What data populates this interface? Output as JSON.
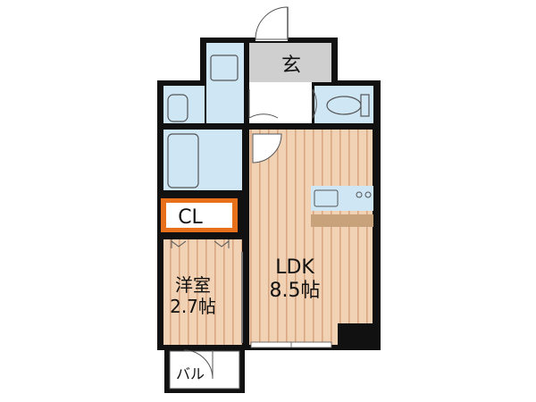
{
  "rooms": {
    "genkan": "玄",
    "closet": "CL",
    "bedroom_name": "洋室",
    "bedroom_size": "2.7帖",
    "ldk_name": "LDK",
    "ldk_size": "8.5帖",
    "balcony": "バル"
  },
  "colors": {
    "wall": "#111111",
    "wet_area": "#cfe6f5",
    "floor_wood": "#f2d2b4",
    "floor_stripe": "#d9a882",
    "entrance": "#cfcfcf",
    "closet_border": "#e8701a",
    "counter": "#c8a27a"
  }
}
